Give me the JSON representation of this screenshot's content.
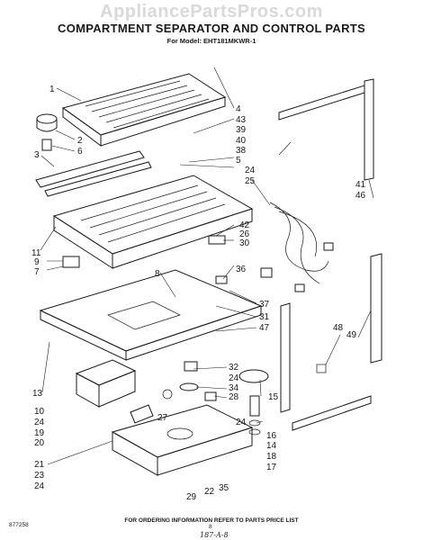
{
  "watermark": "AppliancePartsPros.com",
  "title": "COMPARTMENT SEPARATOR AND CONTROL PARTS",
  "model": "For Model: EHT181MKWR-1",
  "footer": "FOR ORDERING INFORMATION REFER TO PARTS PRICE LIST",
  "code": "877258",
  "page": "8",
  "handwritten": "187-A-8",
  "labels": {
    "l1": "1",
    "l2": "2",
    "l3": "3",
    "l4": "4",
    "l5": "5",
    "l6": "6",
    "l7": "7",
    "l8": "8",
    "l9": "9",
    "l10": "10",
    "l11": "11",
    "l13": "13",
    "l14": "14",
    "l15": "15",
    "l16": "16",
    "l17": "17",
    "l18": "18",
    "l19": "19",
    "l20": "20",
    "l21": "21",
    "l22": "22",
    "l23": "23",
    "l24a": "24",
    "l24b": "24",
    "l24c": "24",
    "l24d": "24",
    "l24e": "24",
    "l25": "25",
    "l26": "26",
    "l27": "27",
    "l28": "28",
    "l29": "29",
    "l30": "30",
    "l31": "31",
    "l32": "32",
    "l34": "34",
    "l35": "35",
    "l36": "36",
    "l37": "37",
    "l38": "38",
    "l39": "39",
    "l40": "40",
    "l41": "41",
    "l42": "42",
    "l43": "43",
    "l46": "46",
    "l47": "47",
    "l48": "48",
    "l49": "49"
  }
}
